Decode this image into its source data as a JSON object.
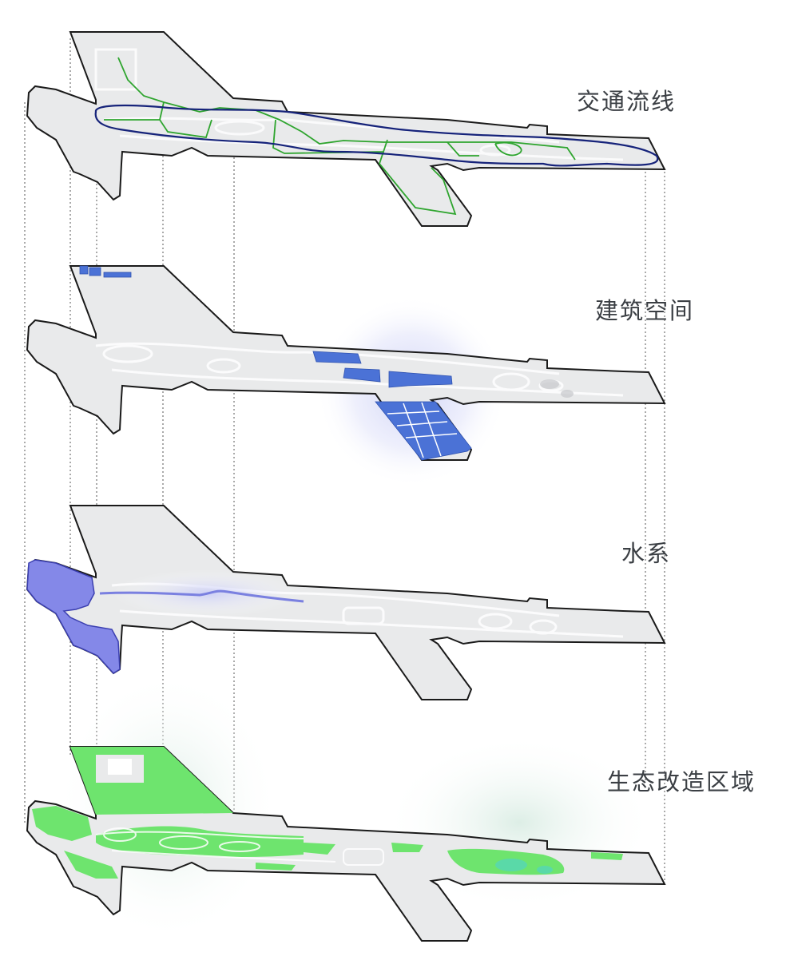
{
  "layers": [
    {
      "label": "交通流线",
      "accent": "#2a9e2a",
      "accent2": "#16237a"
    },
    {
      "label": "建筑空间",
      "accent": "#4b72d6"
    },
    {
      "label": "水系",
      "accent": "#7f84ea"
    },
    {
      "label": "生态改造区域",
      "accent": "#6ee46e"
    }
  ],
  "colors": {
    "ground": "#e9eaeb",
    "outline": "#1a1a1a",
    "guide": "#555555"
  }
}
